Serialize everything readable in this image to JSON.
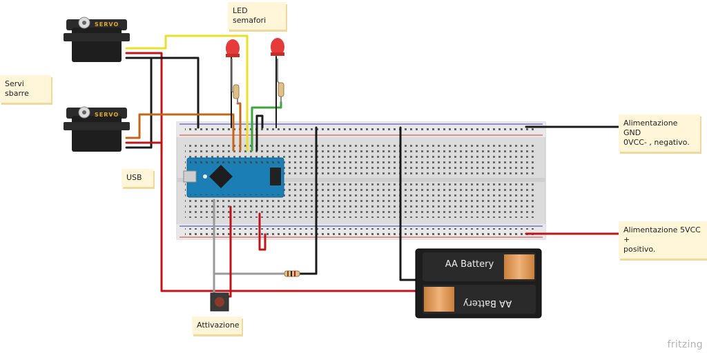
{
  "notes": {
    "led": "LED semafori",
    "servi": "Servi sbarre",
    "usb": "USB",
    "gnd_line1": "Alimentazione GND",
    "gnd_line2": "0VCC- , negativo.",
    "vcc_line1": "Alimentazione 5VCC +",
    "vcc_line2": "positivo.",
    "attivazione": "Attivazione"
  },
  "servo_label": "SERVO",
  "battery_label": "AA Battery",
  "brand": "fritzing",
  "colors": {
    "wire_red": "#c0141a",
    "wire_black": "#1a1a1a",
    "wire_yellow": "#e9e02b",
    "wire_orange": "#c4651b",
    "wire_green": "#3aa53a",
    "wire_gray": "#9a9a9a",
    "arduino": "#1b7fb5",
    "led": "#e53b3b",
    "note_bg": "#fff6d9"
  }
}
